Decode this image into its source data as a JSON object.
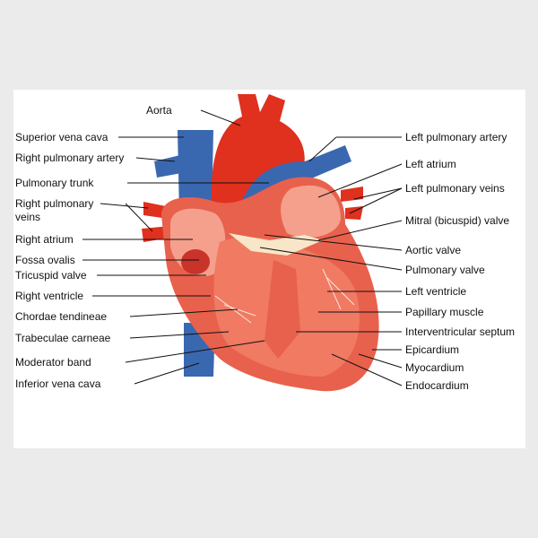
{
  "title": "Heart anatomy",
  "colors": {
    "artery": "#e0301e",
    "vein": "#3a68b0",
    "muscle": "#e8614d",
    "inner": "#f4a08c",
    "valve": "#f7e6c8"
  },
  "left_labels": [
    "Superior vena cava",
    "Right pulmonary artery",
    "Pulmonary trunk",
    "Right pulmonary",
    "veins",
    "Right atrium",
    "Fossa ovalis",
    "Tricuspid valve",
    "Right ventricle",
    "Chordae tendineae",
    "Trabeculae carneae",
    "Moderator band",
    "Inferior vena cava"
  ],
  "top_label": "Aorta",
  "right_labels": [
    "Left pulmonary artery",
    "Left atrium",
    "Left pulmonary veins",
    "Mitral (bicuspid) valve",
    "Aortic valve",
    "Pulmonary valve",
    "Left ventricle",
    "Papillary muscle",
    "Interventricular septum",
    "Epicardium",
    "Myocardium",
    "Endocardium"
  ]
}
